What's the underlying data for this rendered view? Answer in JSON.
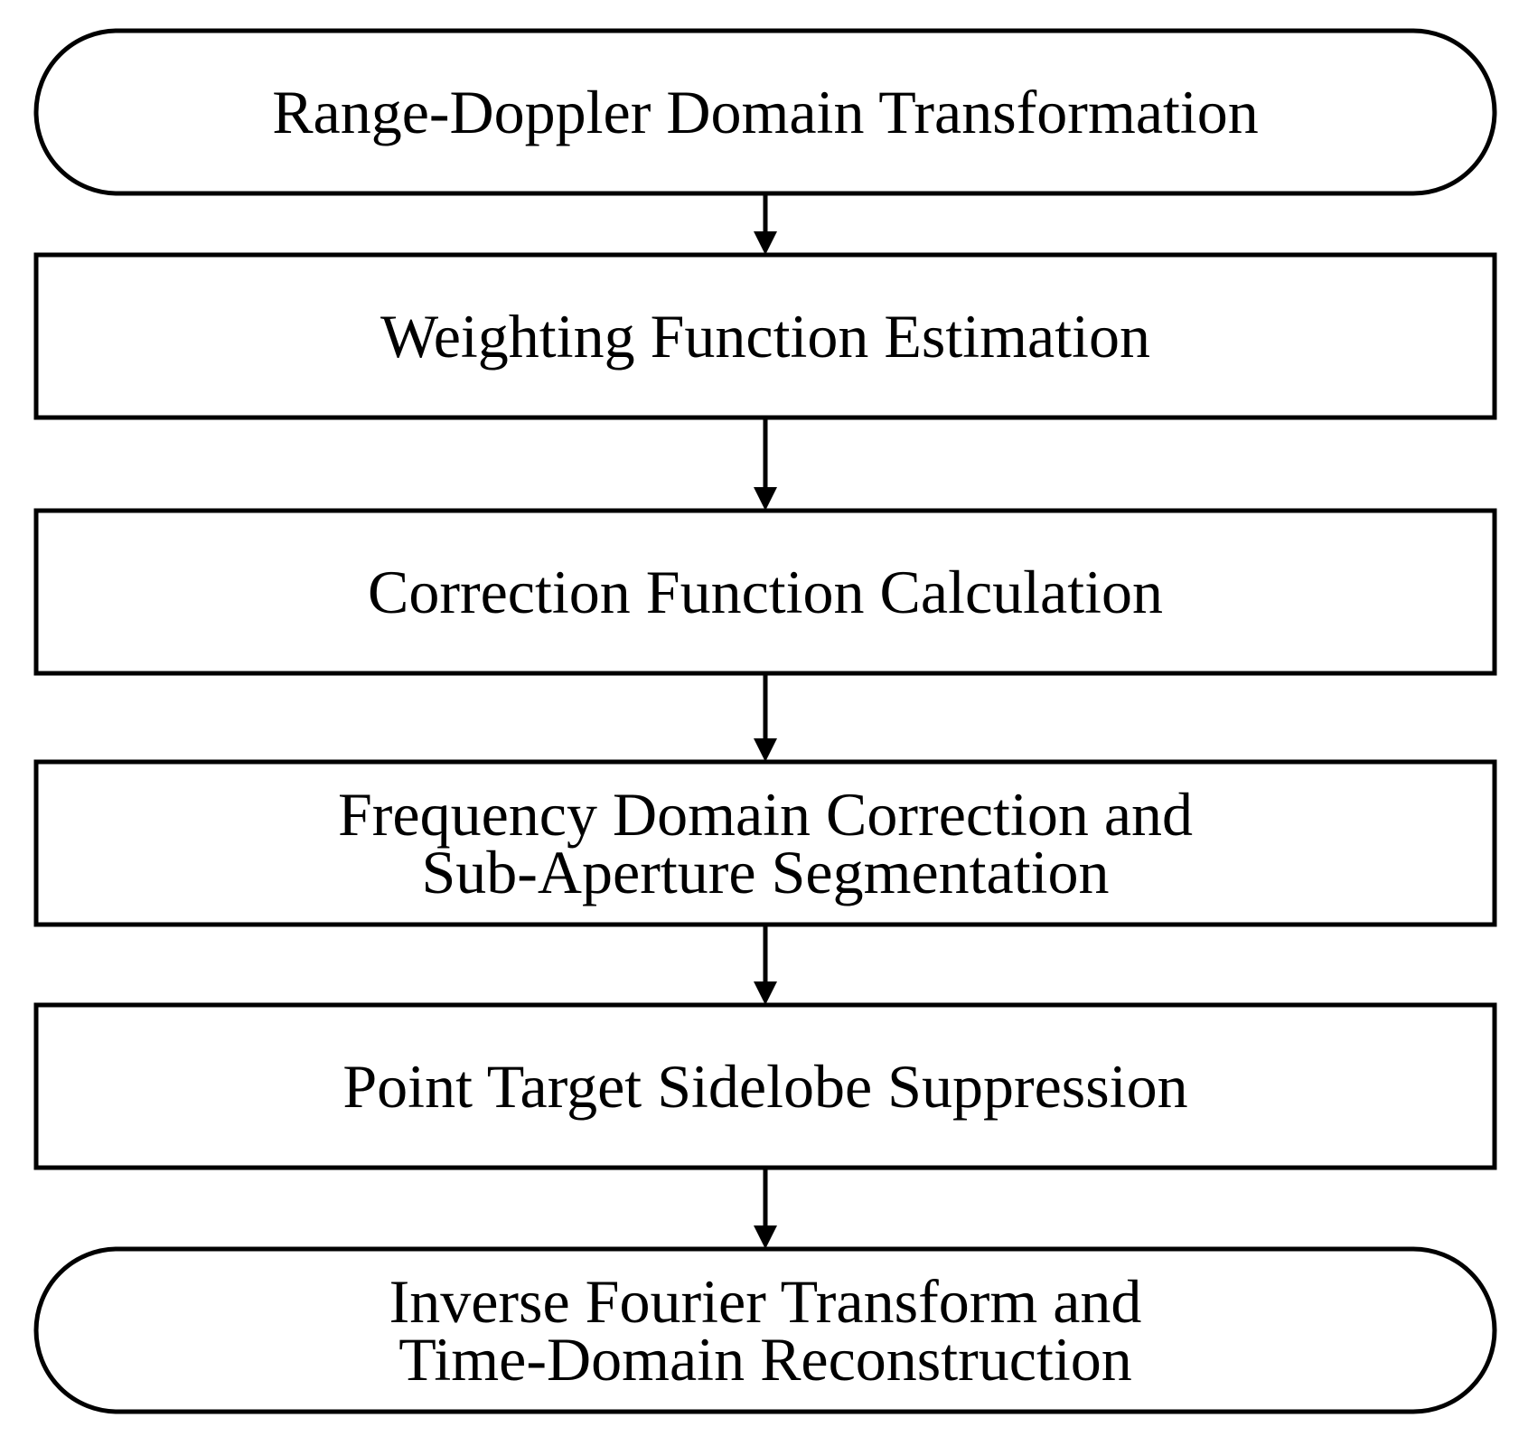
{
  "diagram": {
    "type": "flowchart",
    "direction": "top-to-bottom",
    "colors": {
      "stroke": "#000000",
      "fill": "#ffffff",
      "text": "#000000"
    },
    "nodes": [
      {
        "id": "range-doppler",
        "shape": "terminal",
        "lines": [
          "Range-Doppler Domain Transformation"
        ]
      },
      {
        "id": "weighting",
        "shape": "process",
        "lines": [
          "Weighting Function Estimation"
        ]
      },
      {
        "id": "correction",
        "shape": "process",
        "lines": [
          "Correction Function Calculation"
        ]
      },
      {
        "id": "freq-correction",
        "shape": "process",
        "lines": [
          "Frequency Domain Correction and",
          "Sub-Aperture Segmentation"
        ]
      },
      {
        "id": "sidelobe",
        "shape": "process",
        "lines": [
          "Point Target Sidelobe Suppression"
        ]
      },
      {
        "id": "inverse-fourier",
        "shape": "terminal",
        "lines": [
          "Inverse Fourier Transform and",
          "Time-Domain Reconstruction"
        ]
      }
    ],
    "edges": [
      {
        "from": "range-doppler",
        "to": "weighting"
      },
      {
        "from": "weighting",
        "to": "correction"
      },
      {
        "from": "correction",
        "to": "freq-correction"
      },
      {
        "from": "freq-correction",
        "to": "sidelobe"
      },
      {
        "from": "sidelobe",
        "to": "inverse-fourier"
      }
    ]
  }
}
